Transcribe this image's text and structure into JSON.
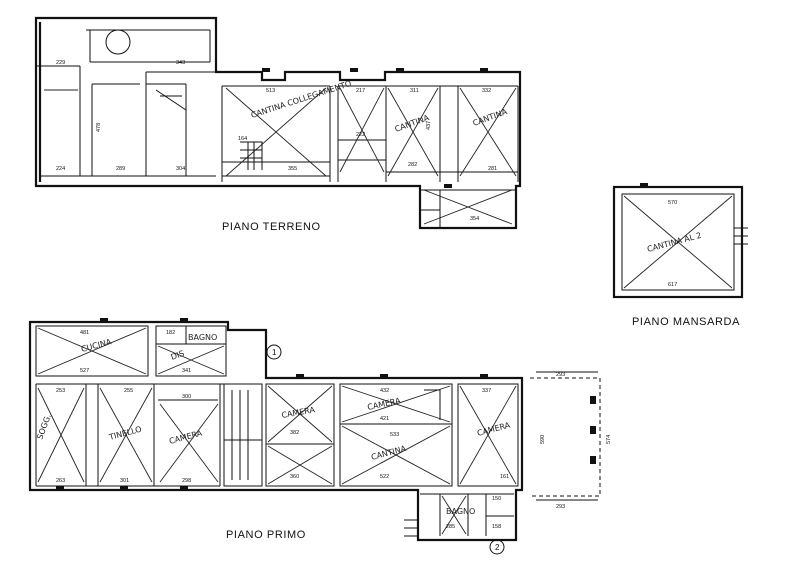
{
  "labels": {
    "terreno": "PIANO TERRENO",
    "primo": "PIANO PRIMO",
    "mansarda": "PIANO MANSARDA"
  },
  "stair_markers": {
    "one": "1",
    "two": "2"
  },
  "dims": {
    "t229": "229",
    "t343": "343",
    "t513": "513",
    "t217": "217",
    "t311": "311",
    "t332": "332",
    "t224": "224",
    "t289": "289",
    "t304": "304",
    "t355": "355",
    "t282": "282",
    "t281": "281",
    "t222": "222",
    "t164": "164",
    "t354": "354",
    "t478": "478",
    "t437": "437",
    "m570": "570",
    "m617": "617",
    "p481": "481",
    "p527": "527",
    "p182": "182",
    "p341": "341",
    "p253": "253",
    "p255": "255",
    "p300": "300",
    "p263": "263",
    "p301": "301",
    "p298": "298",
    "p382": "382",
    "p432": "432",
    "p421": "421",
    "p533": "533",
    "p337": "337",
    "p360": "360",
    "p522": "522",
    "p161": "161",
    "p293": "293",
    "p293b": "293",
    "p150": "150",
    "p158": "158",
    "p285": "285",
    "p590": "590",
    "p574": "574"
  },
  "room_notes": {
    "t_cantina1": "CANTINA COLLEGAMENTO",
    "t_cantina2": "CANTINA",
    "t_cantina3": "CANTINA",
    "m_note": "CANTINA AL 2",
    "p_cucina": "CUCINA",
    "p_bagno": "BAGNO",
    "p_dis": "DIS",
    "p_soggiorno": "SOGG.",
    "p_tinello": "TINELLO",
    "p_camera1": "CAMERA",
    "p_camera2": "CAMERA",
    "p_camera3": "CAMERA",
    "p_cantina": "CANTINA",
    "p_camera4": "CAMERA",
    "p_bagno2": "BAGNO"
  }
}
